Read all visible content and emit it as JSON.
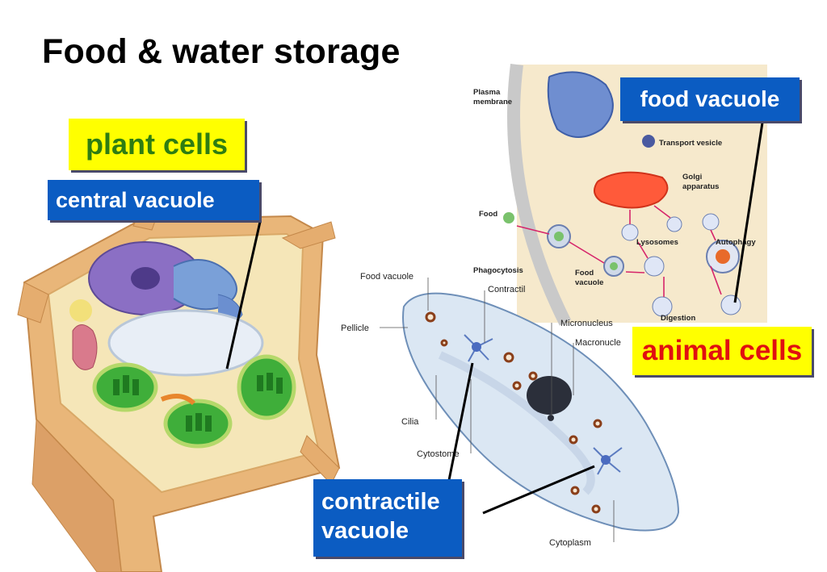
{
  "title": "Food & water storage",
  "labels": {
    "plant_cells": "plant cells",
    "central_vacuole": "central vacuole",
    "food_vacuole": "food vacuole",
    "animal_cells": "animal cells",
    "contractile_vacuole_line1": "contractile",
    "contractile_vacuole_line2": "vacuole"
  },
  "animal_diagram_labels": {
    "plasma_membrane_1": "Plasma",
    "plasma_membrane_2": "membrane",
    "transport_vesicle": "Transport vesicle",
    "golgi_1": "Golgi",
    "golgi_2": "apparatus",
    "food": "Food",
    "lysosomes": "Lysosomes",
    "autophagy": "Autophagy",
    "phagocytosis": "Phagocytosis",
    "food_vac_1": "Food",
    "food_vac_2": "vacuole",
    "digestion": "Digestion"
  },
  "paramecium_labels": {
    "food_vacuole": "Food vacuole",
    "contractile": "Contractil",
    "pellicle": "Pellicle",
    "micronucleus": "Micronucleus",
    "macronucleus": "Macronucle",
    "cilia": "Cilia",
    "cytostome": "Cytostome",
    "cytoplasm": "Cytoplasm"
  },
  "colors": {
    "blue_label": "#0b5cc2",
    "yellow_label": "#ffff00",
    "plant_text": "#2e7d12",
    "animal_text": "#e01010"
  }
}
